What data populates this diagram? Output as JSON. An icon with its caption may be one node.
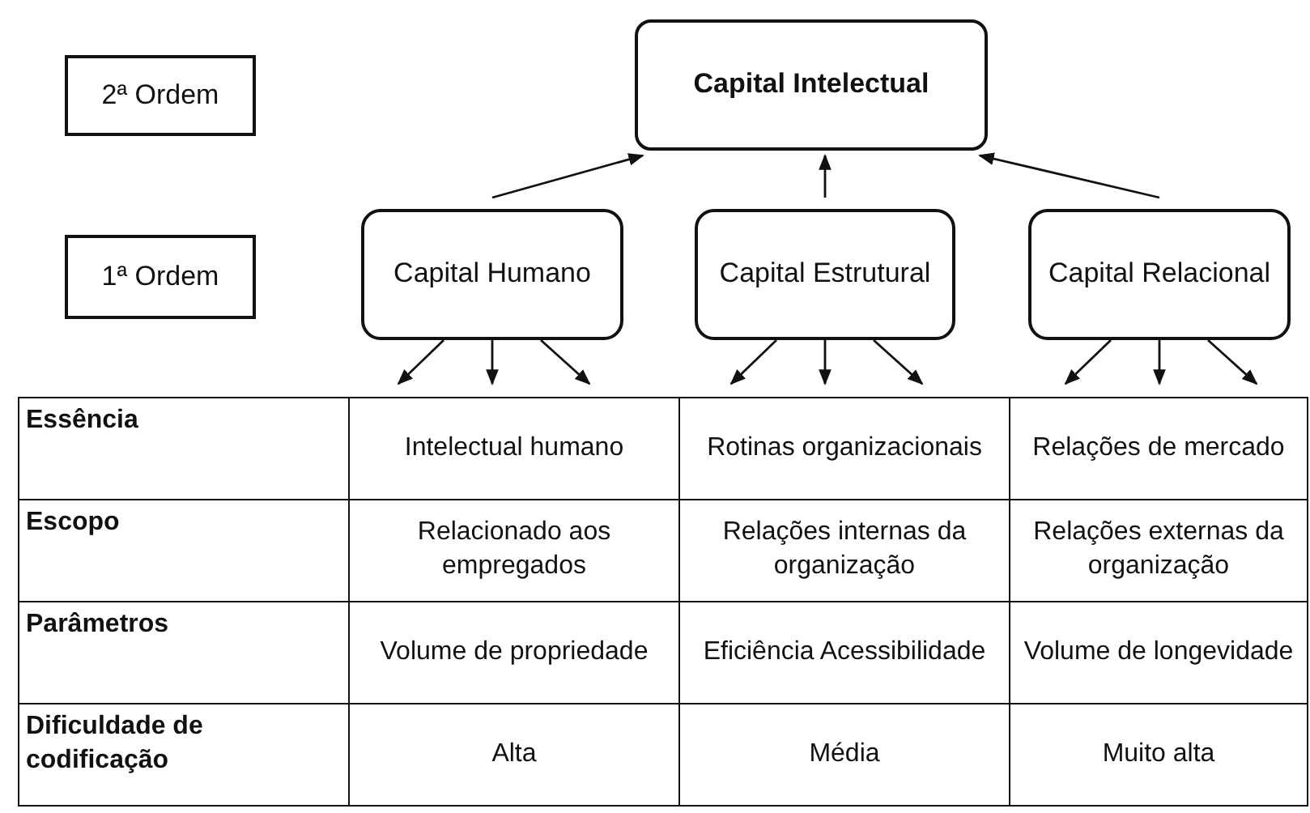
{
  "diagram": {
    "nodes": [
      {
        "text": [
          "2ª Ordem"
        ]
      },
      {
        "text": [
          "Capital Intelectual"
        ]
      },
      {
        "text": [
          "1ª Ordem"
        ]
      },
      {
        "text": [
          "Capital Humano"
        ]
      },
      {
        "text": [
          "Capital Estrutural"
        ]
      },
      {
        "text": [
          "Capital Relacional"
        ]
      }
    ],
    "edges": [
      {
        "from": 3,
        "to": 1,
        "arrow": "to"
      },
      {
        "from": 4,
        "to": 1,
        "arrow": "to"
      },
      {
        "from": 5,
        "to": 1,
        "arrow": "to"
      },
      {
        "from": 3,
        "to": null,
        "arrow": "to"
      },
      {
        "from": 3,
        "to": null,
        "arrow": "to"
      },
      {
        "from": 3,
        "to": null,
        "arrow": "to"
      },
      {
        "from": 4,
        "to": null,
        "arrow": "to"
      },
      {
        "from": 4,
        "to": null,
        "arrow": "to"
      },
      {
        "from": 4,
        "to": null,
        "arrow": "to"
      },
      {
        "from": 5,
        "to": null,
        "arrow": "to"
      },
      {
        "from": 5,
        "to": null,
        "arrow": "to"
      },
      {
        "from": 5,
        "to": null,
        "arrow": "to"
      }
    ],
    "labels": [
      "Essência",
      "Intelectual humano",
      "Rotinas organizacionais",
      "Relações de mercado",
      "Escopo",
      "Relacionado aos empregados",
      "Relações internas da organização",
      "Relações externas da organização",
      "Parâmetros",
      "Volume de propriedade",
      "Eficiência Acessibilidade",
      "Volume de longevidade",
      "Dificuldade de codificação",
      "Alta",
      "Média",
      "Muito alta"
    ]
  }
}
